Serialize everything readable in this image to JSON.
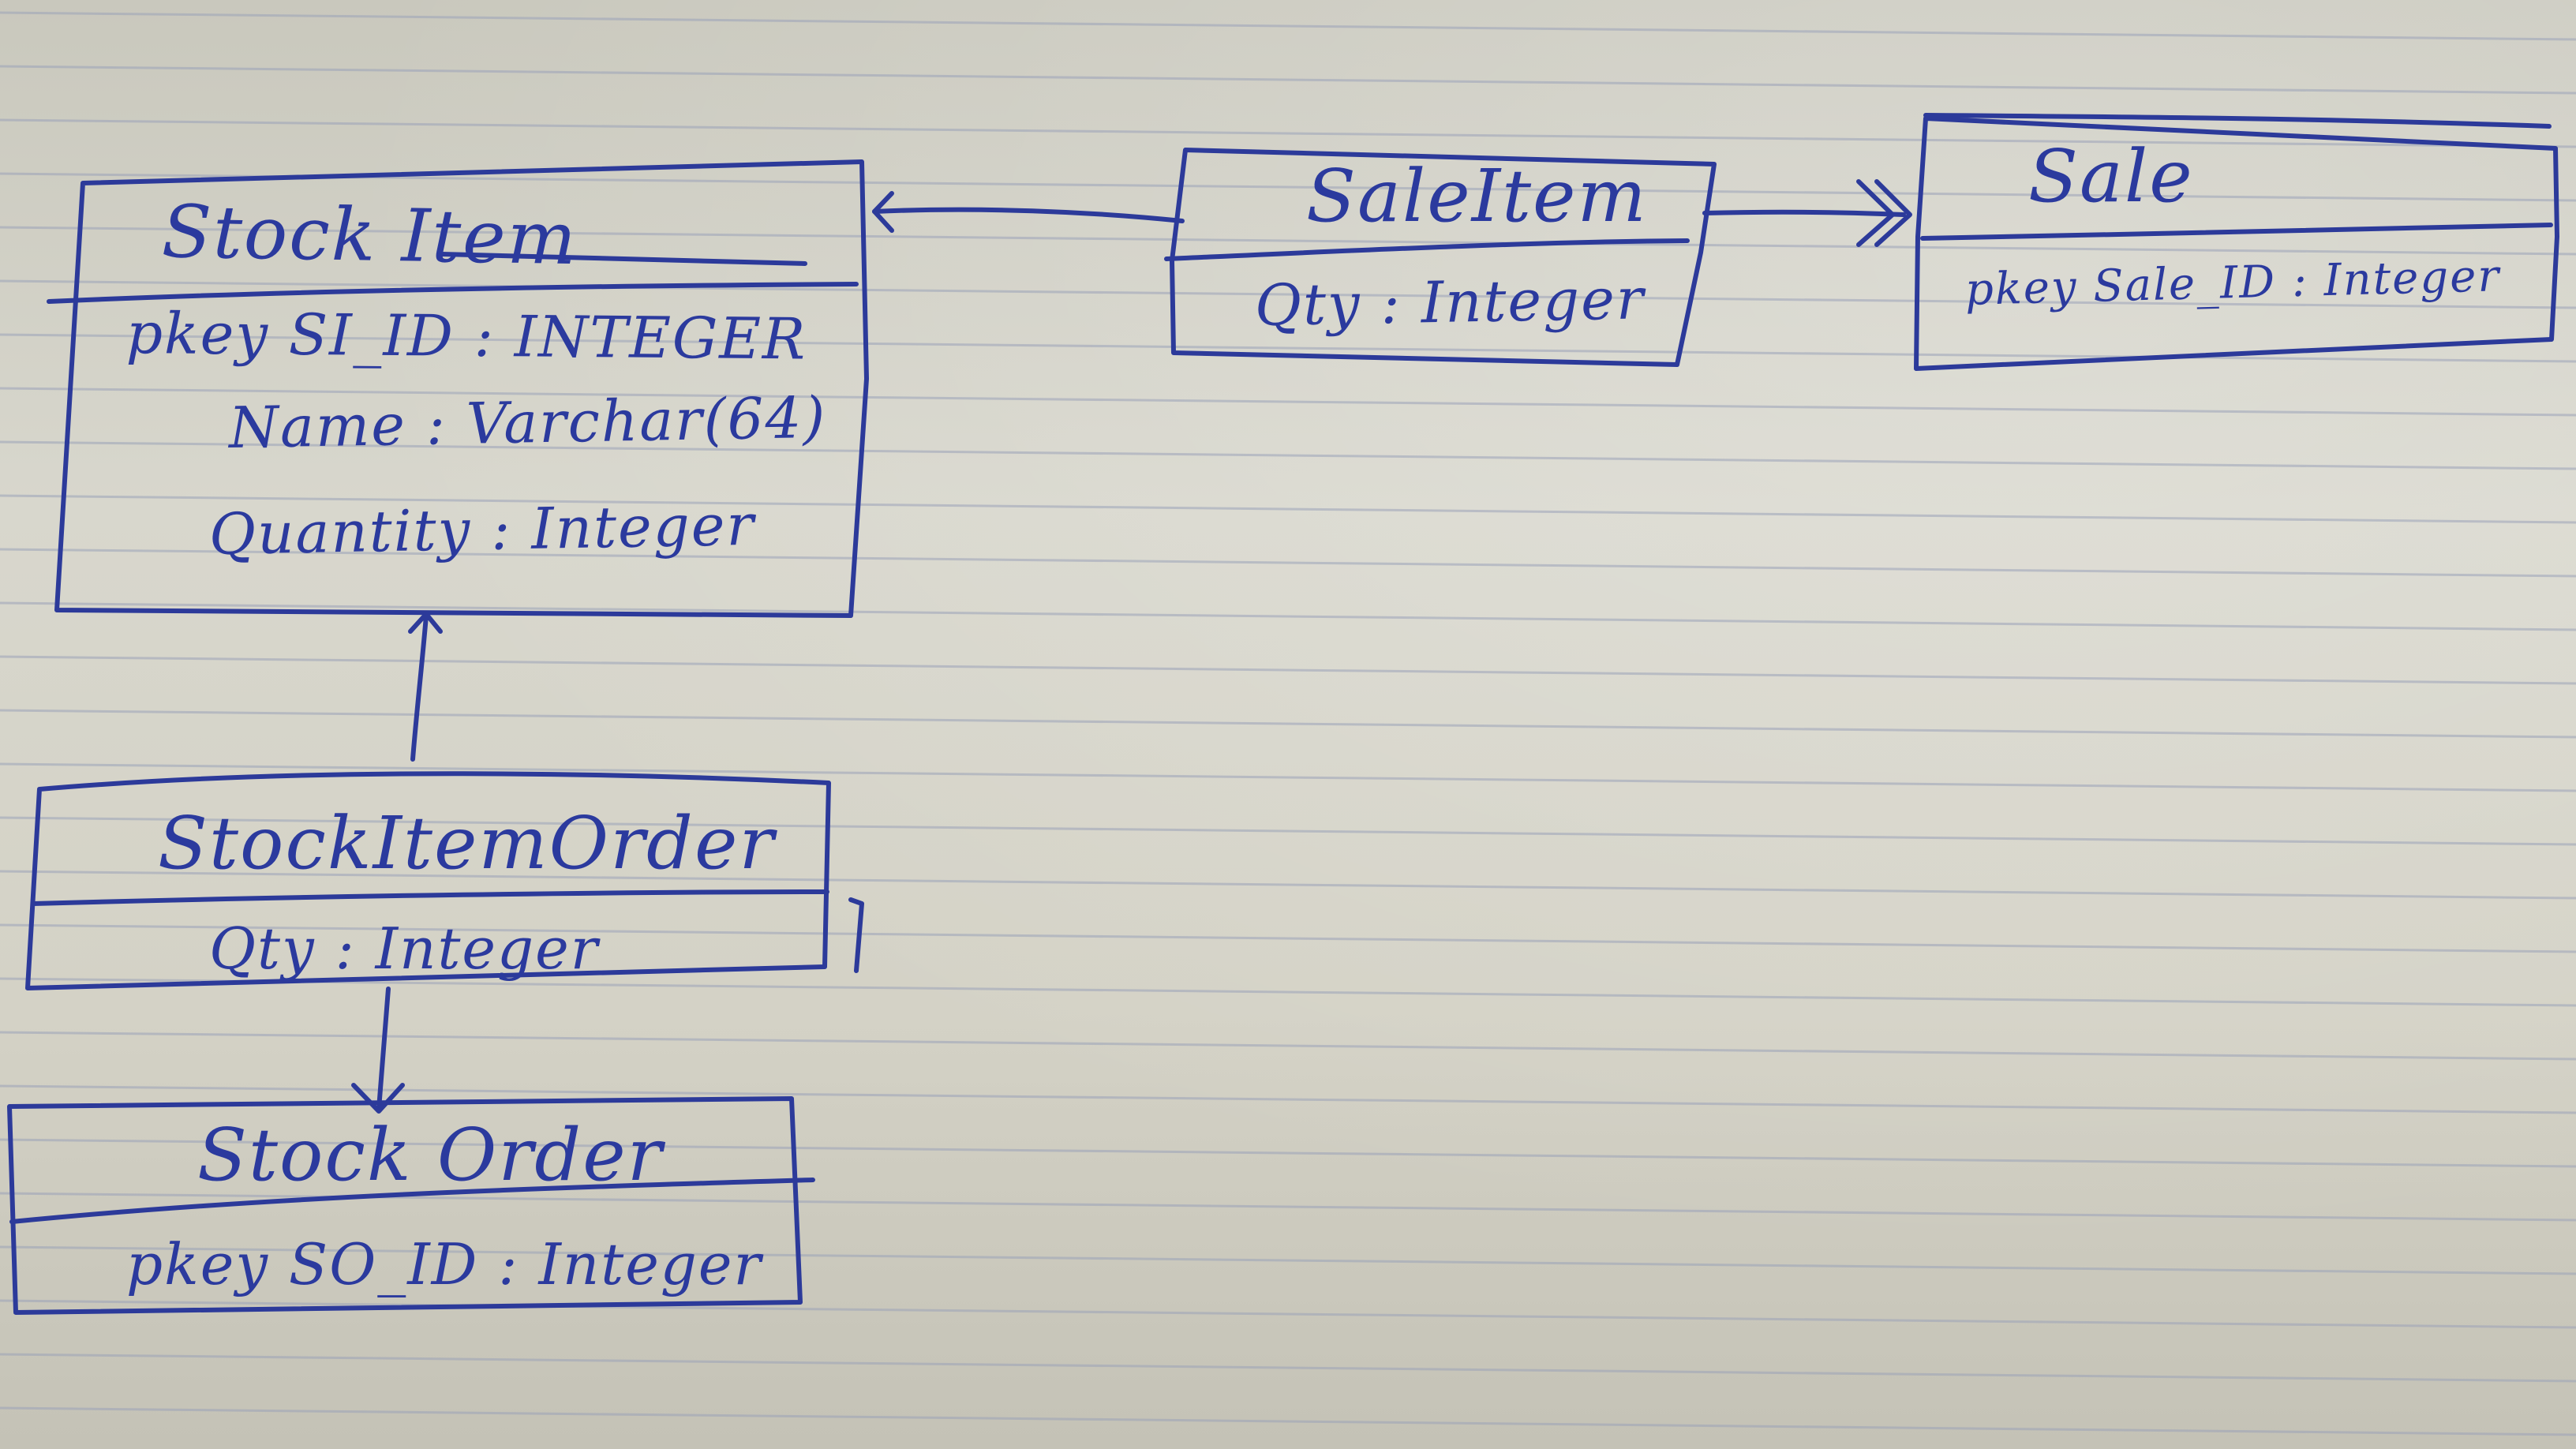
{
  "entities": {
    "stock_item": {
      "name": "Stock Item",
      "attributes": [
        "pkey SI_ID : INTEGER",
        "Name : Varchar(64)",
        "Quantity : Integer"
      ]
    },
    "sale_item": {
      "name": "SaleItem",
      "attributes": [
        "Qty : Integer"
      ]
    },
    "sale": {
      "name": "Sale",
      "attributes": [
        "pkey Sale_ID : Integer"
      ]
    },
    "stock_item_order": {
      "name": "StockItemOrder",
      "attributes": [
        "Qty : Integer"
      ]
    },
    "stock_order": {
      "name": "Stock Order",
      "attributes": [
        "pkey SO_ID : Integer"
      ]
    }
  },
  "relationships": [
    {
      "from": "SaleItem",
      "to": "Stock Item"
    },
    {
      "from": "SaleItem",
      "to": "Sale"
    },
    {
      "from": "StockItemOrder",
      "to": "Stock Item"
    },
    {
      "from": "StockItemOrder",
      "to": "Stock Order"
    }
  ],
  "colors": {
    "ink": "#2c3a9a",
    "paper": "#d3d1c6",
    "rule": "#9aa2b8"
  }
}
